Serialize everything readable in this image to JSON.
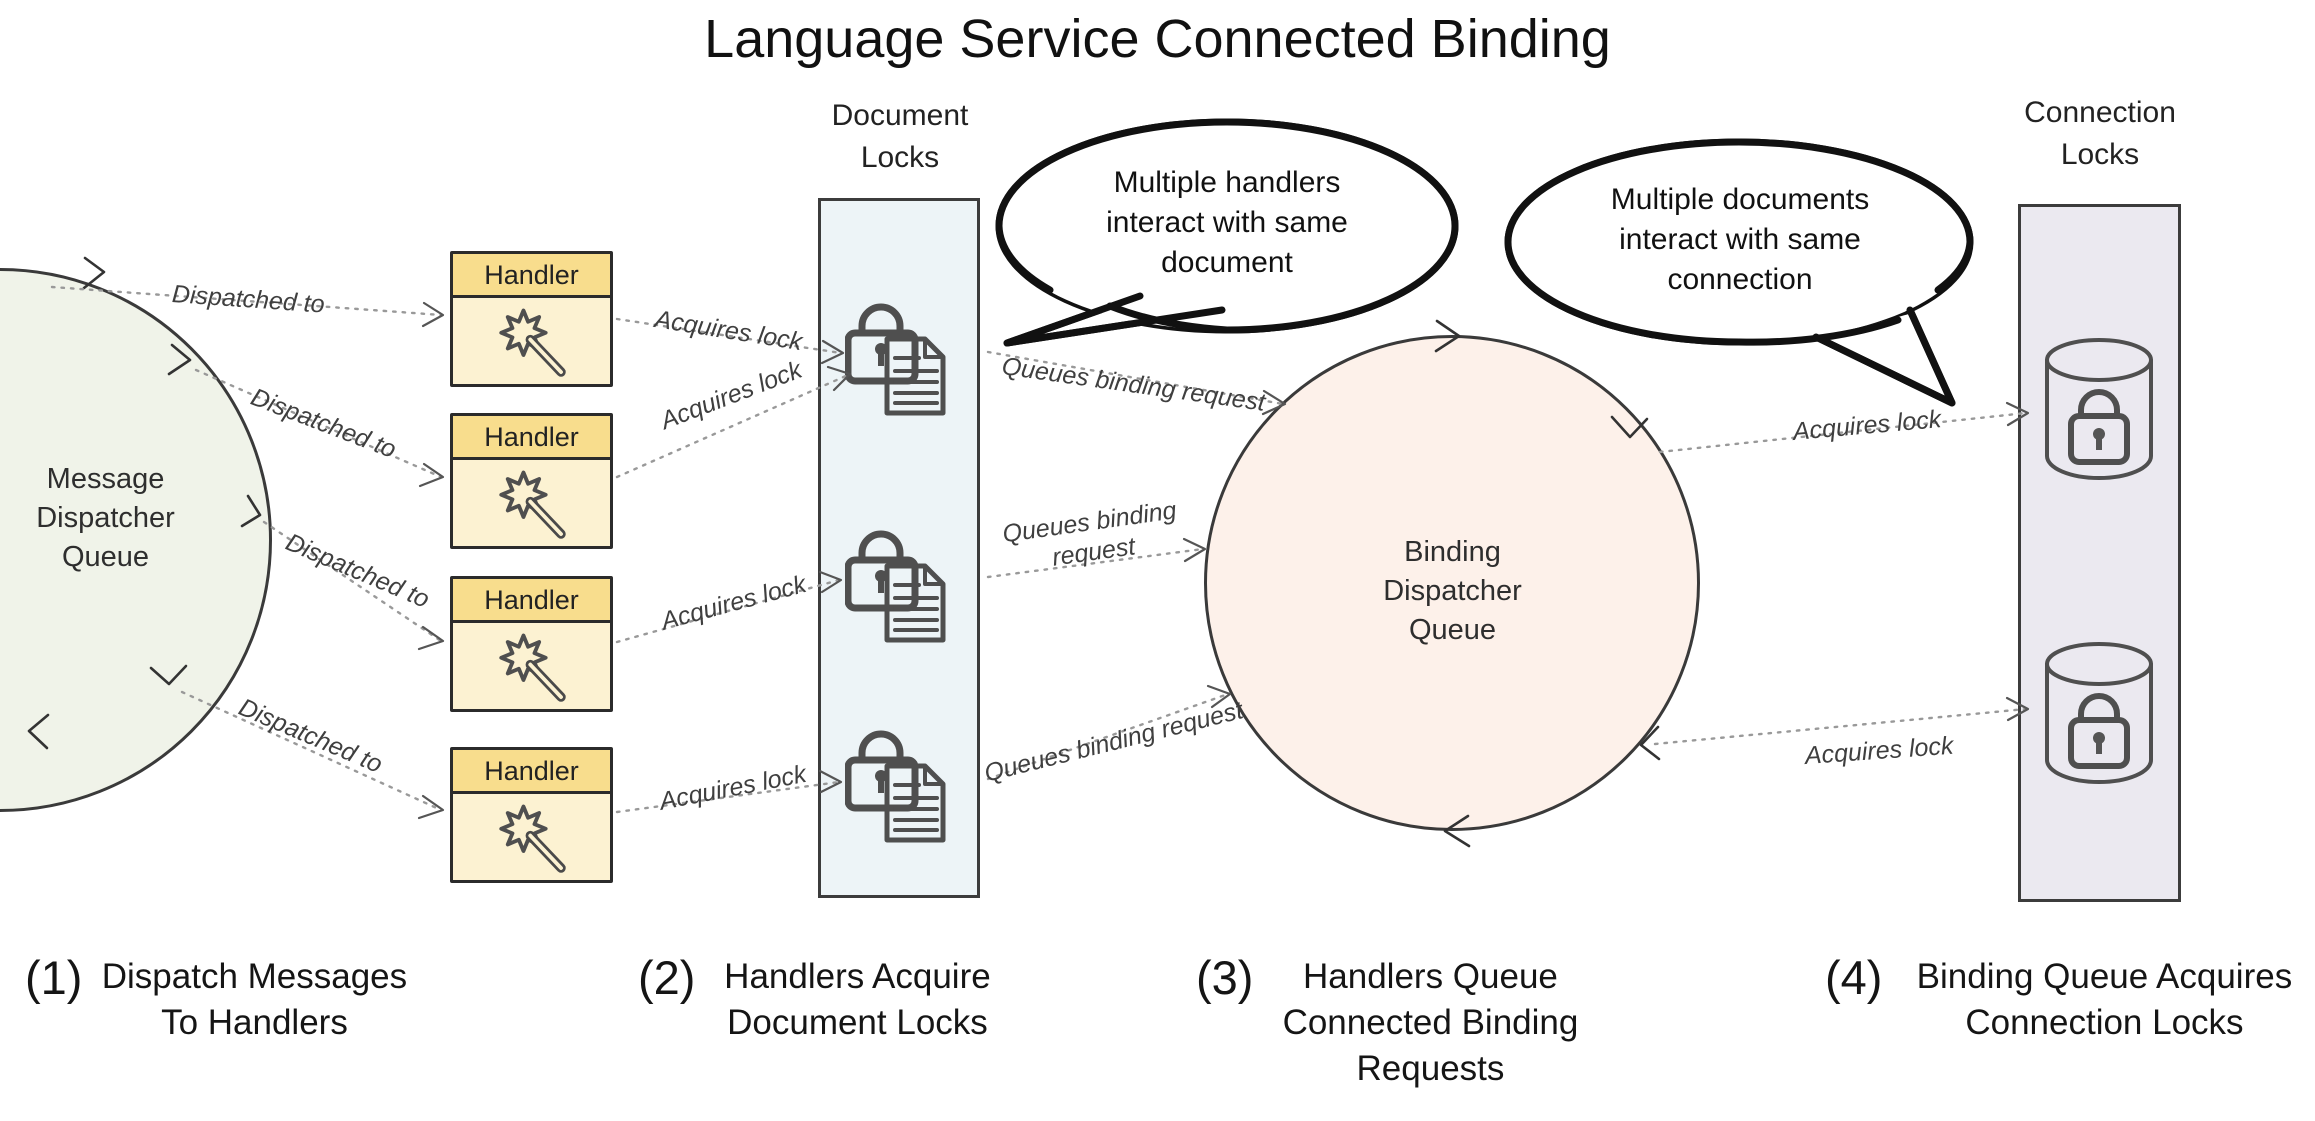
{
  "title": "Language Service Connected Binding",
  "nodes": {
    "message_queue_label": "Message Dispatcher Queue",
    "binding_queue_label": "Binding Dispatcher Queue",
    "document_locks_label": "Document Locks",
    "connection_locks_label": "Connection Locks",
    "handler_label": "Handler"
  },
  "edges": {
    "dispatched_to": "Dispatched to",
    "acquires_lock": "Acquires lock",
    "queues_binding_request": "Queues binding request"
  },
  "callouts": [
    {
      "text": "Multiple handlers interact with same document"
    },
    {
      "text": "Multiple documents interact with same connection"
    }
  ],
  "steps": [
    {
      "number": "(1)",
      "text": "Dispatch Messages To Handlers"
    },
    {
      "number": "(2)",
      "text": "Handlers Acquire Document Locks"
    },
    {
      "number": "(3)",
      "text": "Handlers Queue Connected Binding Requests"
    },
    {
      "number": "(4)",
      "text": "Binding Queue Acquires Connection Locks"
    }
  ],
  "colors": {
    "handler_header": "#f8dd8d",
    "handler_body": "#fcf2d2",
    "document_locks_fill": "#edf4f7",
    "connection_locks_fill": "#ebe9f0",
    "message_queue_fill": "#f0f3e9",
    "binding_queue_fill": "#fdf1ea",
    "outline": "#3a3a3a",
    "bubble_outline": "#111111"
  }
}
